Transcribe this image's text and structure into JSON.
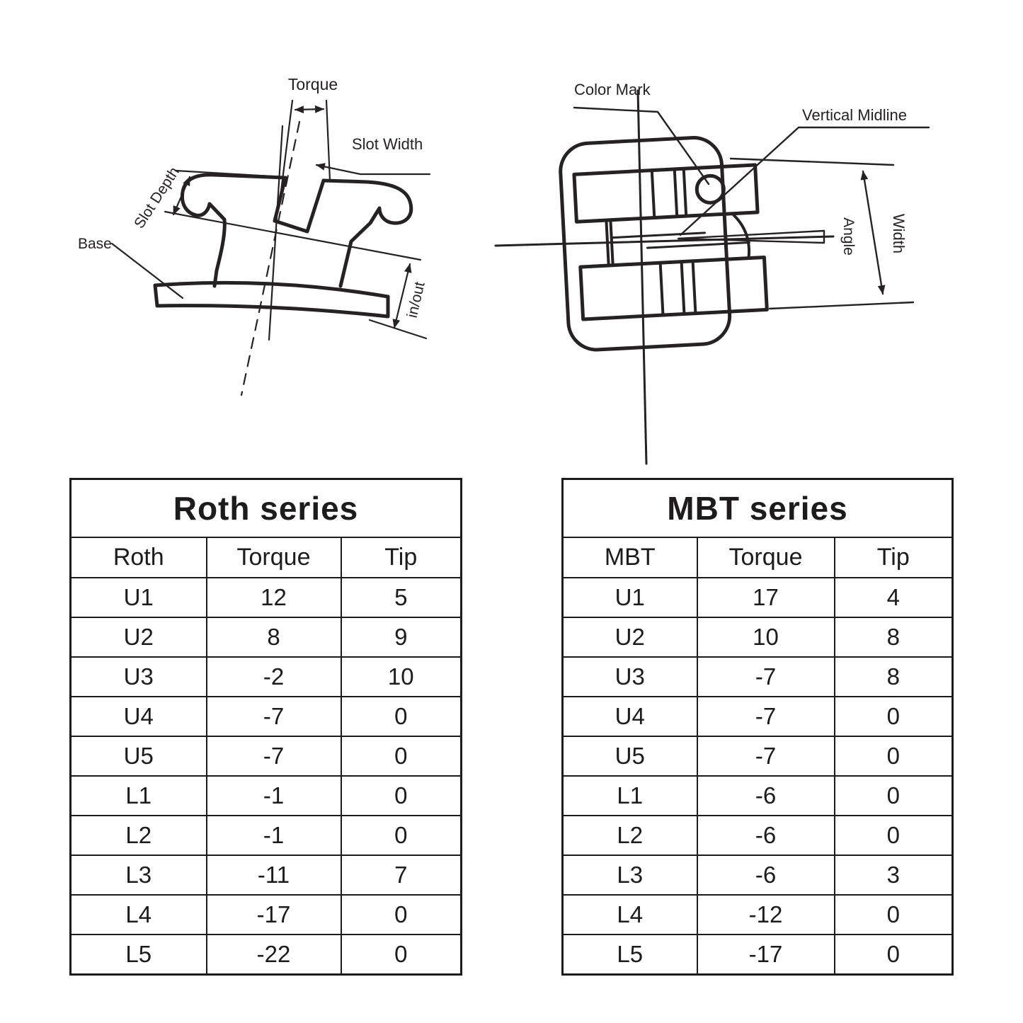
{
  "page": {
    "background": "#ffffff",
    "ink_color": "#262122"
  },
  "diagram_side_view": {
    "description": "orthodontic bracket side profile with dimension callouts",
    "labels": {
      "torque": "Torque",
      "slot_width": "Slot Width",
      "slot_depth": "Slot Depth",
      "base": "Base",
      "in_out": "in/out"
    }
  },
  "diagram_front_view": {
    "description": "orthodontic bracket front view with dimension callouts",
    "labels": {
      "color_mark": "Color Mark",
      "vertical_midline": "Vertical Midline",
      "angle": "Angle",
      "width": "Width"
    }
  },
  "tables": {
    "roth": {
      "title": "Roth series",
      "columns": [
        "Roth",
        "Torque",
        "Tip"
      ],
      "rows": [
        [
          "U1",
          "12",
          "5"
        ],
        [
          "U2",
          "8",
          "9"
        ],
        [
          "U3",
          "-2",
          "10"
        ],
        [
          "U4",
          "-7",
          "0"
        ],
        [
          "U5",
          "-7",
          "0"
        ],
        [
          "L1",
          "-1",
          "0"
        ],
        [
          "L2",
          "-1",
          "0"
        ],
        [
          "L3",
          "-11",
          "7"
        ],
        [
          "L4",
          "-17",
          "0"
        ],
        [
          "L5",
          "-22",
          "0"
        ]
      ]
    },
    "mbt": {
      "title": "MBT series",
      "columns": [
        "MBT",
        "Torque",
        "Tip"
      ],
      "rows": [
        [
          "U1",
          "17",
          "4"
        ],
        [
          "U2",
          "10",
          "8"
        ],
        [
          "U3",
          "-7",
          "8"
        ],
        [
          "U4",
          "-7",
          "0"
        ],
        [
          "U5",
          "-7",
          "0"
        ],
        [
          "L1",
          "-6",
          "0"
        ],
        [
          "L2",
          "-6",
          "0"
        ],
        [
          "L3",
          "-6",
          "3"
        ],
        [
          "L4",
          "-12",
          "0"
        ],
        [
          "L5",
          "-17",
          "0"
        ]
      ]
    }
  }
}
